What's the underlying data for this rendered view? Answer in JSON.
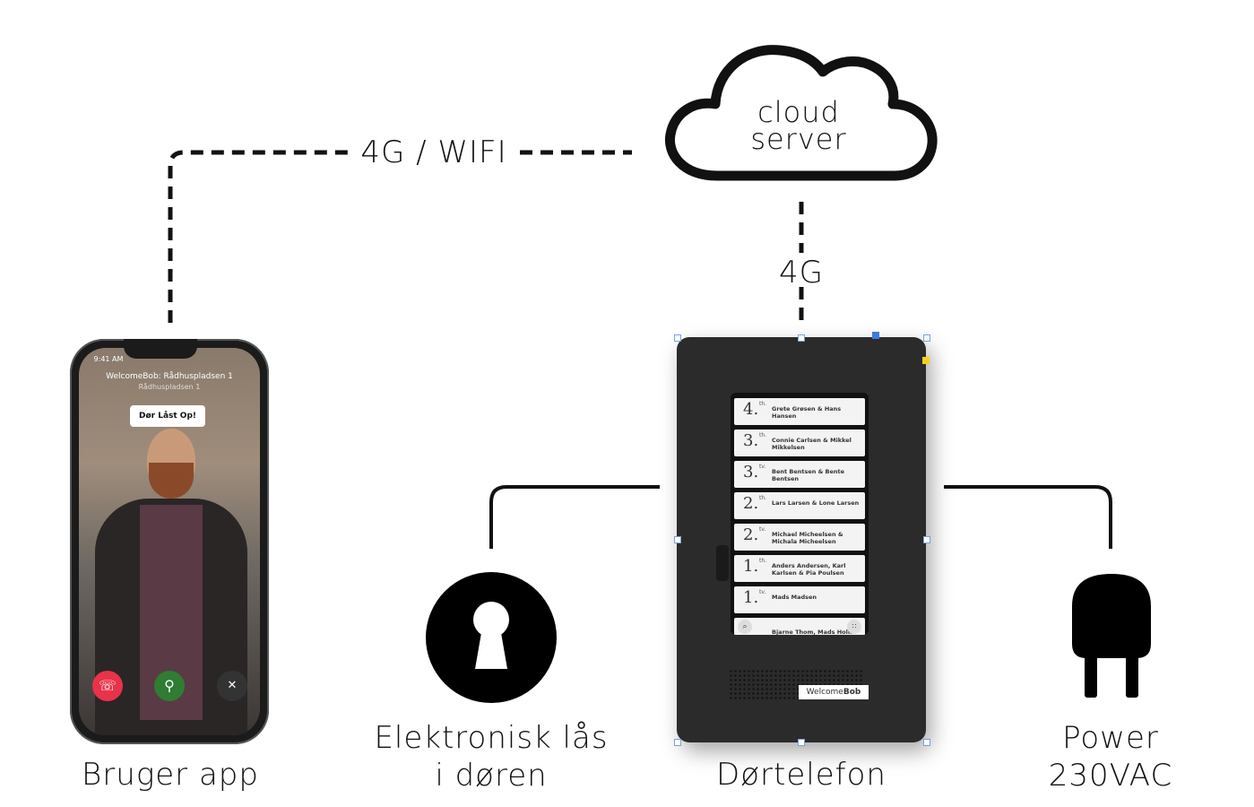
{
  "link_wifi": "4G / WIFI",
  "link_4g": "4G",
  "cloud": {
    "line1": "cloud",
    "line2": "server",
    "icon": "cloud-icon"
  },
  "app": {
    "label": "Bruger app",
    "status_time": "9:41 AM",
    "caller_title": "WelcomeBob: Rådhuspladsen 1",
    "caller_sub": "Rådhuspladsen 1",
    "door_toast": "Dør Låst Op!",
    "hangup_icon": "phone-hangup-icon",
    "unlock_icon": "key-icon",
    "mute_icon": "mic-mute-icon",
    "colors": {
      "hangup": "#e8334a",
      "unlock": "#2e7d32",
      "mute": "#333333"
    }
  },
  "lock": {
    "line1": "Elektronisk lås",
    "line2": "i døren",
    "icon": "keyhole-icon"
  },
  "doorphone": {
    "label": "Dørtelefon",
    "logo_prefix": "Welcome",
    "logo_bold": "Bob",
    "directory": [
      {
        "floor": "4.",
        "side": "th.",
        "names": "Grete Grøsen & Hans Hansen"
      },
      {
        "floor": "3.",
        "side": "th.",
        "names": "Connie Carlsen & Mikkel Mikkelsen"
      },
      {
        "floor": "3.",
        "side": "tv.",
        "names": "Bent Bentsen & Bente Bentsen"
      },
      {
        "floor": "2.",
        "side": "th.",
        "names": "Lars Larsen & Lone Larsen"
      },
      {
        "floor": "2.",
        "side": "tv.",
        "names": "Michael Micheelsen & Michala Micheelsen"
      },
      {
        "floor": "1.",
        "side": "th.",
        "names": "Anders Andersen, Karl Karlsen & Pia Poulsen"
      },
      {
        "floor": "1.",
        "side": "tv.",
        "names": "Mads Madsen"
      }
    ],
    "partial_row": "Bjarne Thom, Mads Holm",
    "search_icon": "search-icon",
    "keypad_icon": "keypad-icon"
  },
  "power": {
    "line1": "Power",
    "line2": "230VAC",
    "icon": "power-plug-icon"
  }
}
